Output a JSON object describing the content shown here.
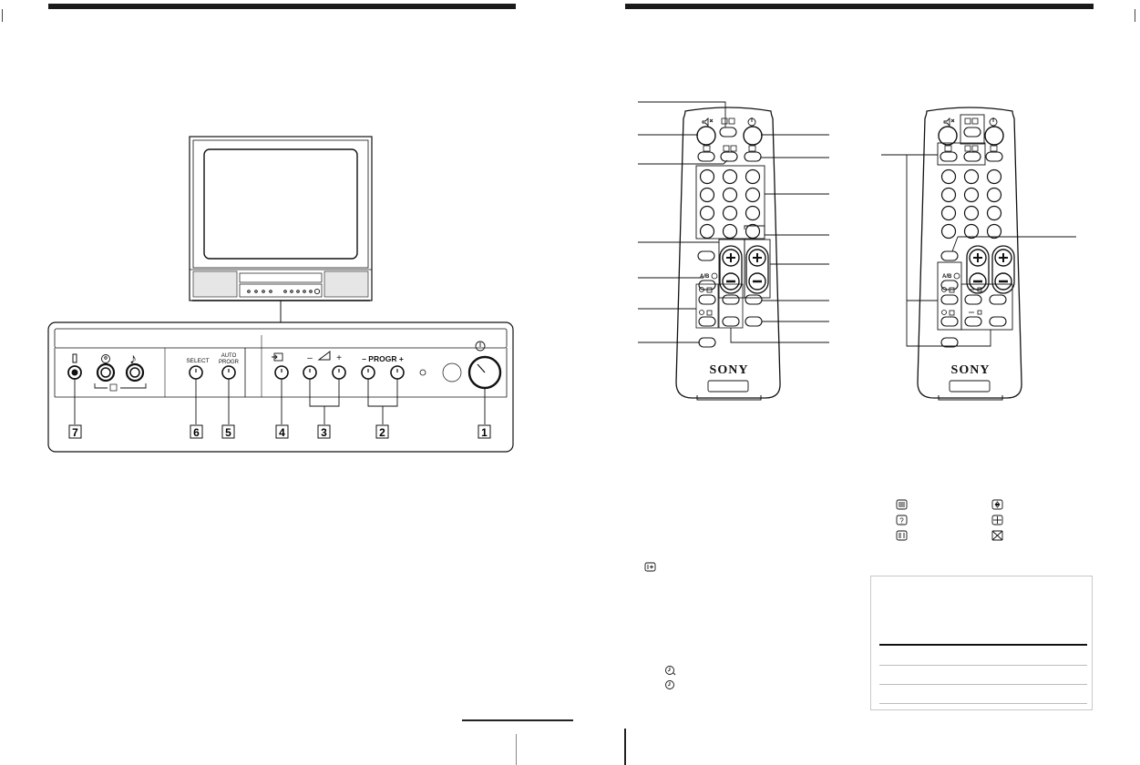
{
  "front_panel": {
    "select_label": "SELECT",
    "auto_label_1": "AUTO",
    "auto_label_2": "PROGR",
    "progr_label": "– PROGR +",
    "volume_minus": "–",
    "volume_plus": "+",
    "callouts": [
      "7",
      "6",
      "5",
      "4",
      "3",
      "2",
      "1"
    ]
  },
  "remote": {
    "brand": "SONY",
    "ab_label": "A/B"
  },
  "teletext_symbols": {
    "col1": [
      "text-icon",
      "reveal-icon",
      "index-icon"
    ],
    "col2": [
      "enlarge-icon",
      "hold-icon",
      "cancel-icon"
    ]
  },
  "colors": {
    "ink": "#111111",
    "rule": "#1a1a1a",
    "table_border": "#c8c8c8"
  }
}
